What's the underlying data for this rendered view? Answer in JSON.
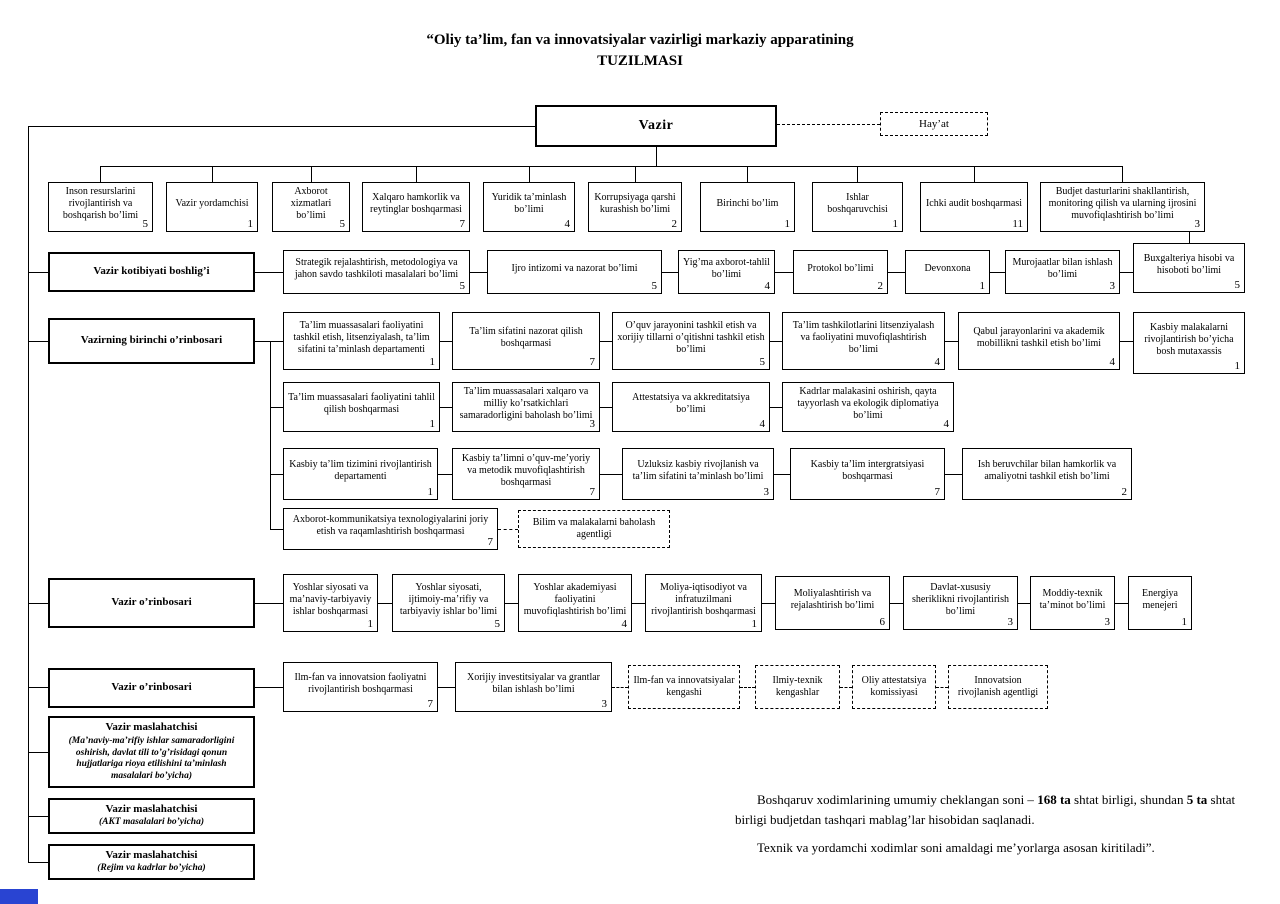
{
  "title": {
    "line1": "“Oliy ta’lim, fan va innovatsiyalar vazirligi markaziy apparatining",
    "line2": "TUZILMASI"
  },
  "vazir": {
    "label": "Vazir"
  },
  "hayat": {
    "label": "Hay’at"
  },
  "top_row": [
    {
      "label": "Inson resurslarini rivojlantirish va boshqarish bo’limi",
      "count": "5"
    },
    {
      "label": "Vazir yordamchisi",
      "count": "1"
    },
    {
      "label": "Axborot xizmatlari bo’limi",
      "count": "5"
    },
    {
      "label": "Xalqaro hamkorlik va reytinglar boshqarmasi",
      "count": "7"
    },
    {
      "label": "Yuridik ta’minlash bo’limi",
      "count": "4"
    },
    {
      "label": "Korrupsiyaga qarshi kurashish bo’limi",
      "count": "2"
    },
    {
      "label": "Birinchi bo’lim",
      "count": "1"
    },
    {
      "label": "Ishlar boshqaruvchisi",
      "count": "1"
    },
    {
      "label": "Ichki audit boshqarmasi",
      "count": "11"
    },
    {
      "label": "Budjet dasturlarini shakllantirish, monitoring qilish va ularning ijrosini muvofiqlashtirish bo’limi",
      "count": "3"
    }
  ],
  "left_column": {
    "kotibiyat": {
      "label": "Vazir kotibiyati boshlig’i"
    },
    "birinchi_orinbosari": {
      "label": "Vazirning birinchi o’rinbosari"
    },
    "orinbosari_1": {
      "label": "Vazir o’rinbosari"
    },
    "orinbosari_2": {
      "label": "Vazir o’rinbosari"
    },
    "maslahatchi_1": {
      "label": "Vazir maslahatchisi",
      "sub": "(Ma’naviy-ma’rifiy ishlar samaradorligini oshirish, davlat tili to’g’risidagi qonun hujjatlariga rioya etilishini ta’minlash masalalari bo’yicha)"
    },
    "maslahatchi_2": {
      "label": "Vazir maslahatchisi",
      "sub": "(AKT masalalari bo’yicha)"
    },
    "maslahatchi_3": {
      "label": "Vazir maslahatchisi",
      "sub": "(Rejim va kadrlar bo’yicha)"
    }
  },
  "kotibiyat_row": [
    {
      "label": "Strategik rejalashtirish, metodologiya va jahon savdo tashkiloti masalalari bo’limi",
      "count": "5"
    },
    {
      "label": "Ijro intizomi va nazorat bo’limi",
      "count": "5"
    },
    {
      "label": "Yig’ma axborot-tahlil bo’limi",
      "count": "4"
    },
    {
      "label": "Protokol bo’limi",
      "count": "2"
    },
    {
      "label": "Devonxona",
      "count": "1"
    },
    {
      "label": "Murojaatlar bilan ishlash bo’limi",
      "count": "3"
    },
    {
      "label": "Buxgalteriya hisobi va hisoboti bo’limi",
      "count": "5"
    }
  ],
  "row_a": [
    {
      "label": "Ta’lim muassasalari faoliyatini tashkil etish, litsenziyalash, ta’lim sifatini ta’minlash departamenti",
      "count": "1"
    },
    {
      "label": "Ta’lim sifatini nazorat qilish boshqarmasi",
      "count": "7"
    },
    {
      "label": "O’quv jarayonini tashkil etish va xorijiy tillarni o’qitishni tashkil etish bo’limi",
      "count": "5"
    },
    {
      "label": "Ta’lim tashkilotlarini litsenziyalash va faoliyatini muvofiqlashtirish bo’limi",
      "count": "4"
    },
    {
      "label": "Qabul jarayonlarini va akademik mobillikni tashkil etish bo’limi",
      "count": "4"
    },
    {
      "label": "Kasbiy malakalarni rivojlantirish bo’yicha bosh mutaxassis",
      "count": "1"
    }
  ],
  "row_b": [
    {
      "label": "Ta’lim muassasalari faoliyatini tahlil qilish boshqarmasi",
      "count": "1"
    },
    {
      "label": "Ta’lim muassasalari xalqaro va milliy ko’rsatkichlari samaradorligini baholash bo’limi",
      "count": "3"
    },
    {
      "label": "Attestatsiya va akkreditatsiya bo’limi",
      "count": "4"
    },
    {
      "label": "Kadrlar malakasini oshirish, qayta tayyorlash va ekologik diplomatiya bo’limi",
      "count": "4"
    }
  ],
  "row_c": [
    {
      "label": "Kasbiy ta’lim tizimini rivojlantirish departamenti",
      "count": "1"
    },
    {
      "label": "Kasbiy ta’limni o’quv-me’yoriy va metodik muvofiqlashtirish boshqarmasi",
      "count": "7"
    },
    {
      "label": "Uzluksiz kasbiy rivojlanish va ta’lim sifatini ta’minlash bo’limi",
      "count": "3"
    },
    {
      "label": "Kasbiy ta’lim intergratsiyasi boshqarmasi",
      "count": "7"
    },
    {
      "label": "Ish beruvchilar bilan hamkorlik va amaliyotni tashkil etish bo’limi",
      "count": "2"
    }
  ],
  "row_d": [
    {
      "label": "Axborot-kommunikatsiya texnologiyalarini joriy etish va raqamlashtirish boshqarmasi",
      "count": "7"
    },
    {
      "label": "Bilim va malakalarni baholash agentligi"
    }
  ],
  "row_e": [
    {
      "label": "Yoshlar siyosati va ma’naviy-tarbiyaviy ishlar boshqarmasi",
      "count": "1"
    },
    {
      "label": "Yoshlar siyosati, ijtimoiy-ma’rifiy va tarbiyaviy ishlar bo’limi",
      "count": "5"
    },
    {
      "label": "Yoshlar akademiyasi faoliyatini muvofiqlashtirish bo’limi",
      "count": "4"
    },
    {
      "label": "Moliya-iqtisodiyot va infratuzilmani rivojlantirish boshqarmasi",
      "count": "1"
    },
    {
      "label": "Moliyalashtirish va rejalashtirish bo’limi",
      "count": "6"
    },
    {
      "label": "Davlat-xususiy sheriklikni rivojlantirish bo’limi",
      "count": "3"
    },
    {
      "label": "Moddiy-texnik ta’minot bo’limi",
      "count": "3"
    },
    {
      "label": "Energiya menejeri",
      "count": "1"
    }
  ],
  "row_f": [
    {
      "label": "Ilm-fan va innovatsion faoliyatni rivojlantirish boshqarmasi",
      "count": "7"
    },
    {
      "label": "Xorijiy investitsiyalar va grantlar bilan ishlash bo’limi",
      "count": "3"
    },
    {
      "label": "Ilm-fan va innovatsiyalar kengashi"
    },
    {
      "label": "Ilmiy-texnik kengashlar"
    },
    {
      "label": "Oliy attestatsiya komissiyasi"
    },
    {
      "label": "Innovatsion rivojlanish agentligi"
    }
  ],
  "footer": {
    "l1a": "Boshqaruv xodimlarining umumiy cheklangan soni – ",
    "l1b": "168 ta",
    "l1c": " shtat birligi, shundan ",
    "l1d": "5 ta",
    "l1e": " shtat birligi budjetdan tashqari mablag’lar hisobidan saqlanadi.",
    "line2": "Texnik va yordamchi xodimlar soni amaldagi me’yorlarga asosan kiritiladi”."
  },
  "colors": {
    "corner_bar": "#2944d2"
  }
}
